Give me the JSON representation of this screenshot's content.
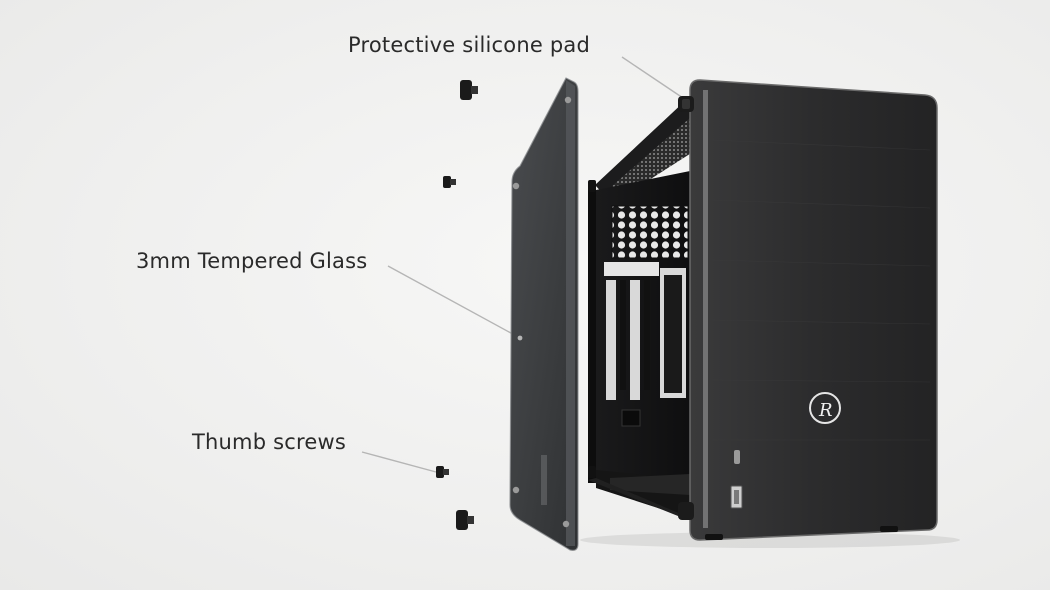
{
  "callouts": {
    "silicone_pad": "Protective silicone pad",
    "tempered_glass": "3mm Tempered Glass",
    "thumb_screws": "Thumb screws"
  },
  "product": {
    "logo_glyph": "R"
  },
  "colors": {
    "background": "#f0f0ef",
    "case_body": "#2b2b2c",
    "glass_panel": "#3a3c3e",
    "leader_line": "#b0b0b0",
    "label_text": "#2a2a2a"
  }
}
